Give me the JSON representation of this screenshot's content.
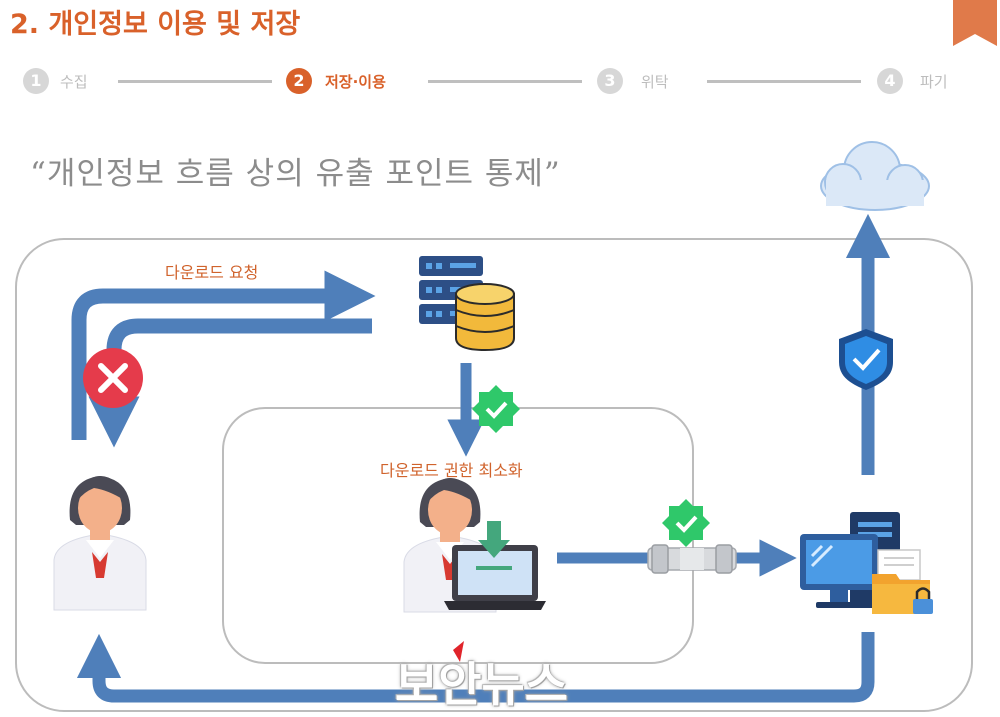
{
  "header": {
    "title": "2. 개인정보 이용 및 저장",
    "accent_color": "#d9612a"
  },
  "steps": [
    {
      "number": "1",
      "label": "수집",
      "active": false
    },
    {
      "number": "2",
      "label": "저장·이용",
      "active": true
    },
    {
      "number": "3",
      "label": "위탁",
      "active": false
    },
    {
      "number": "4",
      "label": "파기",
      "active": false
    }
  ],
  "quote": "“개인정보 흐름 상의 유출 포인트 통제”",
  "diagram": {
    "download_request_label": "다운로드 요청",
    "minimize_permission_label": "다운로드 권한 최소화",
    "flow_color": "#4f7fba",
    "icons": [
      "server-database-icon",
      "cloud-icon",
      "shield-check-icon",
      "blocked-x-icon",
      "check-badge-icon",
      "person-icon",
      "laptop-download-icon",
      "pipe-connector-icon",
      "desktop-computer-icon",
      "locked-folder-icon"
    ]
  },
  "watermark": "보안뉴스"
}
